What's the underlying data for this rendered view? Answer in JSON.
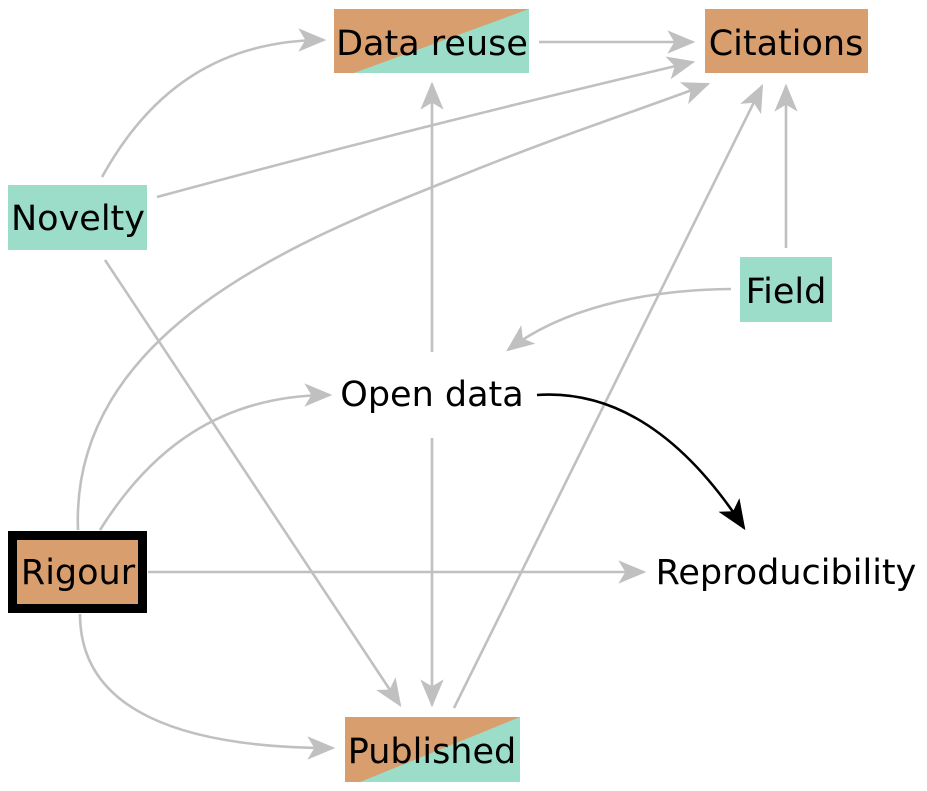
{
  "colors": {
    "orange": "#D99E6E",
    "teal": "#9BDDC8",
    "edge_gray": "#C0C0C0",
    "edge_black": "#000000",
    "border": "#000000"
  },
  "nodes": [
    {
      "id": "data_reuse",
      "label": "Data reuse",
      "style": "split"
    },
    {
      "id": "citations",
      "label": "Citations",
      "style": "orange"
    },
    {
      "id": "novelty",
      "label": "Novelty",
      "style": "teal"
    },
    {
      "id": "field",
      "label": "Field",
      "style": "teal"
    },
    {
      "id": "open_data",
      "label": "Open data",
      "style": "plain"
    },
    {
      "id": "rigour",
      "label": "Rigour",
      "style": "orange-bordered"
    },
    {
      "id": "reproducibility",
      "label": "Reproducibility",
      "style": "plain"
    },
    {
      "id": "published",
      "label": "Published",
      "style": "split"
    }
  ],
  "edges": [
    {
      "from": "novelty",
      "to": "data_reuse",
      "color": "gray"
    },
    {
      "from": "data_reuse",
      "to": "citations",
      "color": "gray"
    },
    {
      "from": "novelty",
      "to": "citations",
      "color": "gray"
    },
    {
      "from": "rigour",
      "to": "citations",
      "color": "gray"
    },
    {
      "from": "published",
      "to": "citations",
      "color": "gray"
    },
    {
      "from": "field",
      "to": "citations",
      "color": "gray"
    },
    {
      "from": "open_data",
      "to": "data_reuse",
      "color": "gray"
    },
    {
      "from": "field",
      "to": "open_data",
      "color": "gray"
    },
    {
      "from": "novelty",
      "to": "published",
      "color": "gray"
    },
    {
      "from": "rigour",
      "to": "open_data",
      "color": "gray"
    },
    {
      "from": "open_data",
      "to": "reproducibility",
      "color": "black"
    },
    {
      "from": "rigour",
      "to": "reproducibility",
      "color": "gray"
    },
    {
      "from": "open_data",
      "to": "published",
      "color": "gray"
    },
    {
      "from": "rigour",
      "to": "published",
      "color": "gray"
    }
  ]
}
